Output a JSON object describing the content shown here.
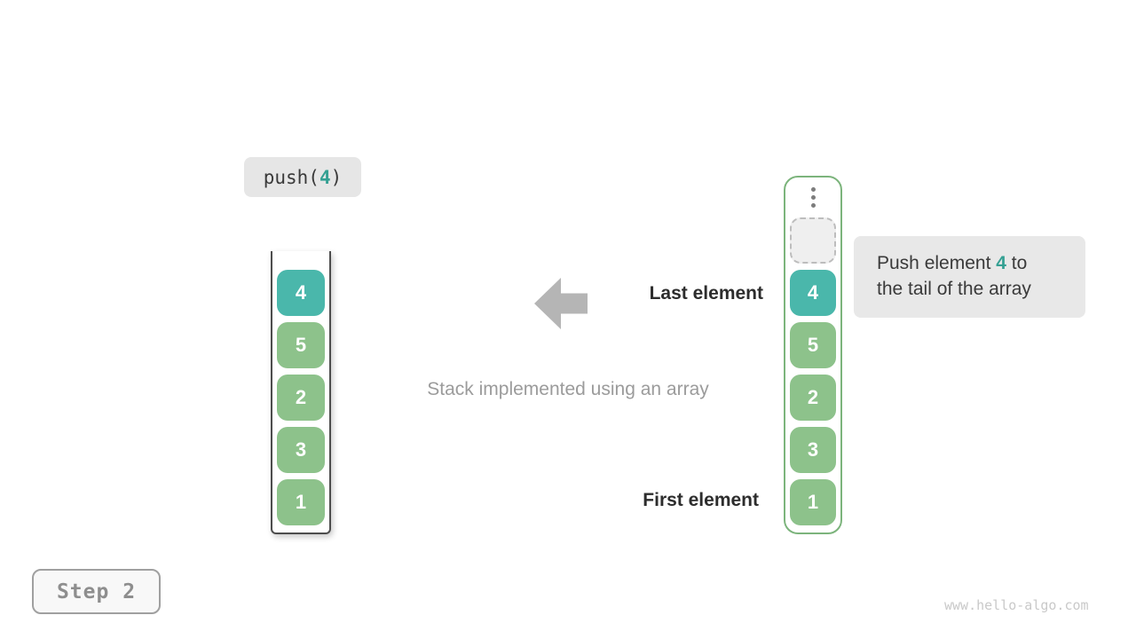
{
  "operation": {
    "prefix": "push(",
    "arg": "4",
    "suffix": ")"
  },
  "stack": {
    "cells": [
      "4",
      "5",
      "2",
      "3",
      "1"
    ],
    "highlight_index": 0
  },
  "array": {
    "cells": [
      "4",
      "5",
      "2",
      "3",
      "1"
    ],
    "has_ellipsis": true,
    "has_empty_slot": true,
    "highlight_index": 0
  },
  "labels": {
    "last_element": "Last element",
    "first_element": "First element",
    "caption": "Stack implemented using an array"
  },
  "tooltip": {
    "line1_before": "Push element ",
    "line1_highlight": "4",
    "line1_after": " to",
    "line2": "the tail of the array"
  },
  "step_badge": {
    "label": "Step 2"
  },
  "watermark": "www.hello-algo.com",
  "icons": {
    "arrow": "arrow-left",
    "ellipsis": "vertical-ellipsis"
  },
  "colors": {
    "highlight_teal": "#4ab7ab",
    "highlight_teal_text": "#35a093",
    "cell_green": "#8dc28b",
    "array_border_green": "#7cb47c",
    "stack_border_gray": "#4d4d4d",
    "badge_gray": "#e6e6e6",
    "arrow_gray": "#b5b5b5"
  }
}
